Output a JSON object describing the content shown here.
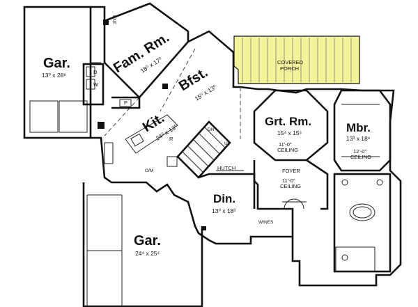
{
  "rooms": {
    "garage_top": {
      "name": "Gar.",
      "dims": "13⁰ x 28⁸"
    },
    "family": {
      "name": "Fam. Rm.",
      "dims": "18⁰ x 17⁰"
    },
    "breakfast": {
      "name": "Bfst.",
      "dims": "15⁰ x 13⁰"
    },
    "kitchen": {
      "name": "Kit.",
      "dims": "24⁰ x 13⁰"
    },
    "great": {
      "name": "Grt. Rm.",
      "dims": "15⁴ x 15⁴",
      "ceiling_1": "11'-0\"",
      "ceiling_2": "CEILING"
    },
    "master": {
      "name": "Mbr.",
      "dims": "13³ x 18⁶",
      "ceiling_1": "12'-0\"",
      "ceiling_2": "CEILING"
    },
    "dining": {
      "name": "Din.",
      "dims": "13⁰ x 18³"
    },
    "garage_bottom": {
      "name": "Gar.",
      "dims": "24⁴ x 25⁴"
    },
    "foyer": {
      "name": "FOYER",
      "ceiling_1": "11'-0\"",
      "ceiling_2": "CEILING"
    },
    "porch": {
      "line1": "COVERED",
      "line2": "PORCH"
    }
  },
  "labels": {
    "ent": "ENT.",
    "dryer": "D",
    "washer": "W",
    "pantry": "P",
    "refrigerator": "R",
    "dn": "DN",
    "up": "UP",
    "hutch": "HUTCH",
    "wines": "WINES",
    "ovens": "O/M"
  }
}
